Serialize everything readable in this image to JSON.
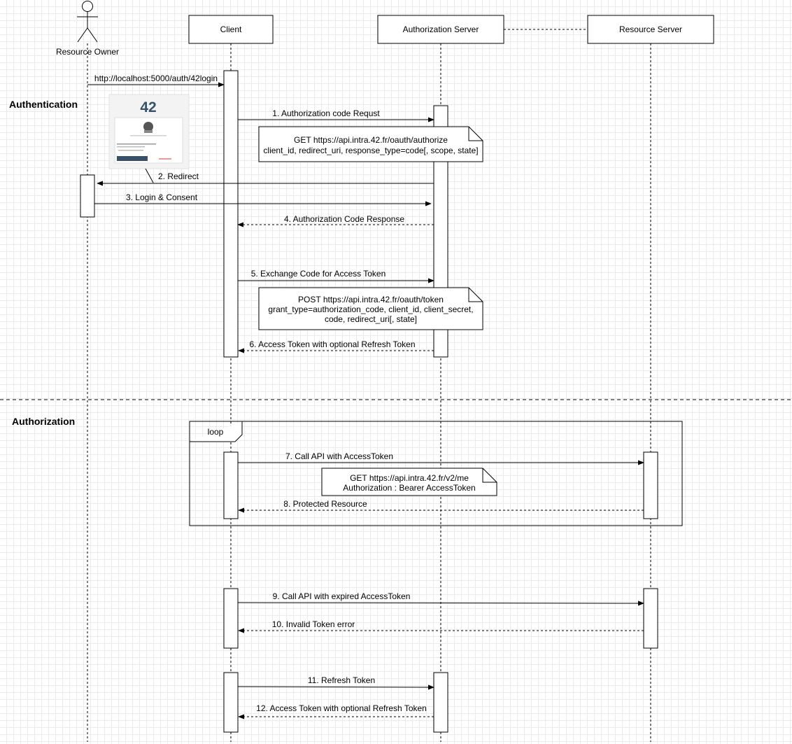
{
  "participants": {
    "resource_owner": "Resource Owner",
    "client": "Client",
    "auth_server": "Authorization Server",
    "resource_server": "Resource Server"
  },
  "sections": {
    "authentication": "Authentication",
    "authorization": "Authorization"
  },
  "loop_label": "loop",
  "messages": [
    {
      "text": "http://localhost:5000/auth/42login"
    },
    {
      "text": "1. Authorization code Requst"
    },
    {
      "text": "2. Redirect"
    },
    {
      "text": "3. Login & Consent"
    },
    {
      "text": "4. Authorization Code Response"
    },
    {
      "text": "5. Exchange Code for Access Token"
    },
    {
      "text": "6. Access Token with optional Refresh Token"
    },
    {
      "text": "7. Call API with AccessToken"
    },
    {
      "text": "8. Protected Resource"
    },
    {
      "text": "9. Call API with expired AccessToken"
    },
    {
      "text": "10. Invalid Token error"
    },
    {
      "text": "11. Refresh Token"
    },
    {
      "text": "12. Access Token with optional Refresh Token"
    }
  ],
  "notes": [
    {
      "lines": [
        "GET https://api.intra.42.fr/oauth/authorize",
        "client_id, redirect_uri, response_type=code[, scope, state]"
      ]
    },
    {
      "lines": [
        "POST https://api.intra.42.fr/oauth/token",
        "grant_type=authorization_code, client_id, client_secret,",
        "code, redirect_uri[, state]"
      ]
    },
    {
      "lines": [
        "GET https://api.intra.42.fr/v2/me",
        "Authorization : Bearer AccessToken"
      ]
    }
  ],
  "login_thumbnail": {
    "logo": "42",
    "icon": "login-screenshot-thumbnail"
  }
}
